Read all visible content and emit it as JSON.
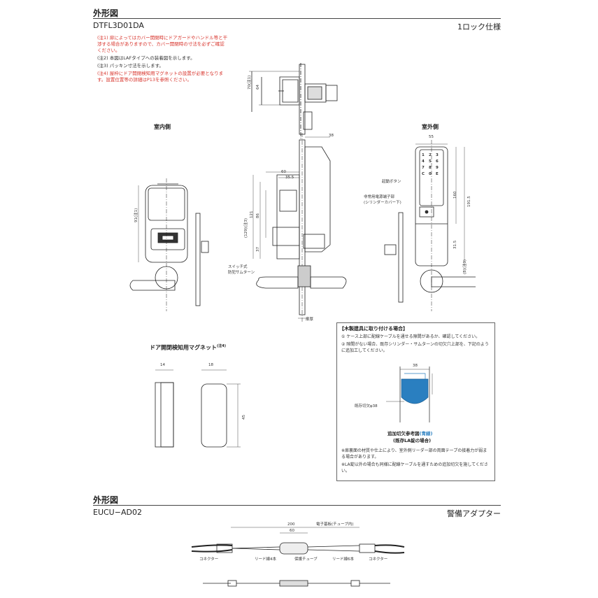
{
  "section1": {
    "title": "外形図",
    "model": "DTFL3D01DA",
    "spec": "1ロック仕様",
    "notes": [
      {
        "text": "(注1) 扉によってはカバー開閉時にドアガードやハンドル等と干渉する場合がありますので、カバー開閉時の寸法を必ずご確認ください。",
        "red": true
      },
      {
        "text": "(注2) 本図はLAFタイプへの装着図を示します。",
        "red": false
      },
      {
        "text": "(注3) パッキン寸法を示します。",
        "red": false
      },
      {
        "text": "(注4) 屋枠にドア開閉検知用マグネットの設置が必要となります。設置位置等の詳細はP13を参照ください。",
        "red": true
      }
    ]
  },
  "views": {
    "indoor_label": "室内側",
    "outdoor_label": "室外側",
    "magnet_label": "ドア開閉検知用マグネット",
    "magnet_note": "(注4)"
  },
  "dims": {
    "top_70": "70(注1)",
    "top_64": "64",
    "d38": "38",
    "d60": "60",
    "d35_5": "35.5",
    "d129": "(129)(注3)",
    "d121": "121",
    "d86": "86",
    "d37": "37",
    "d91": "91(注1)",
    "d55": "55",
    "d160": "160",
    "d191_5": "191.5",
    "d31_5": "31.5",
    "d8": "(8)(注3)",
    "door_thickness": "扉厚",
    "switch_label_1": "スイッチ式",
    "switch_label_2": "防犯サムターン",
    "start_button": "起動ボタン",
    "emergency_1": "非常用電源端子部",
    "emergency_2": "(シリンダーカバー下)",
    "m14": "14",
    "m18": "18",
    "m45": "45"
  },
  "keypad": [
    "1",
    "2",
    "3",
    "4",
    "5",
    "6",
    "7",
    "8",
    "9",
    "C",
    "0",
    "E"
  ],
  "wood_panel": {
    "title": "【木製建具に取り付ける場合】",
    "item1": "① ケース上部に配線ケーブルを通せる隙間があるか、確認してください。",
    "item2": "② 隙間がない場合、既存シリンダー・サムターンの切欠穴上部を、下記のように追加工してください。",
    "dim38": "38",
    "existing_hole": "既存切欠φ38",
    "ref_title": "追加切欠参考図",
    "ref_blue": "(青線)",
    "ref_sub": "(既存LA錠の場合)",
    "note1": "※扉裏面の材質や仕上により、室外側リーダー部の両面テープの接着力が弱まる場合があります。",
    "note2": "※LA錠以外の場合も同様に配線ケーブルを通すための追加切欠を施してください。"
  },
  "section2": {
    "title": "外形図",
    "model": "EUCU−AD02",
    "name": "警備アダプター",
    "dim200": "200",
    "dim60": "60",
    "label_board": "電子基板(チューブ内)",
    "label_connector_l": "コネクター",
    "label_lead4": "リード線4本",
    "label_tube": "保護チューブ",
    "label_lead6": "リード線6本",
    "label_connector_r": "コネクター"
  },
  "colors": {
    "text_red": "#d8342c",
    "accent_blue": "#2a7fc0",
    "line": "#222222"
  }
}
